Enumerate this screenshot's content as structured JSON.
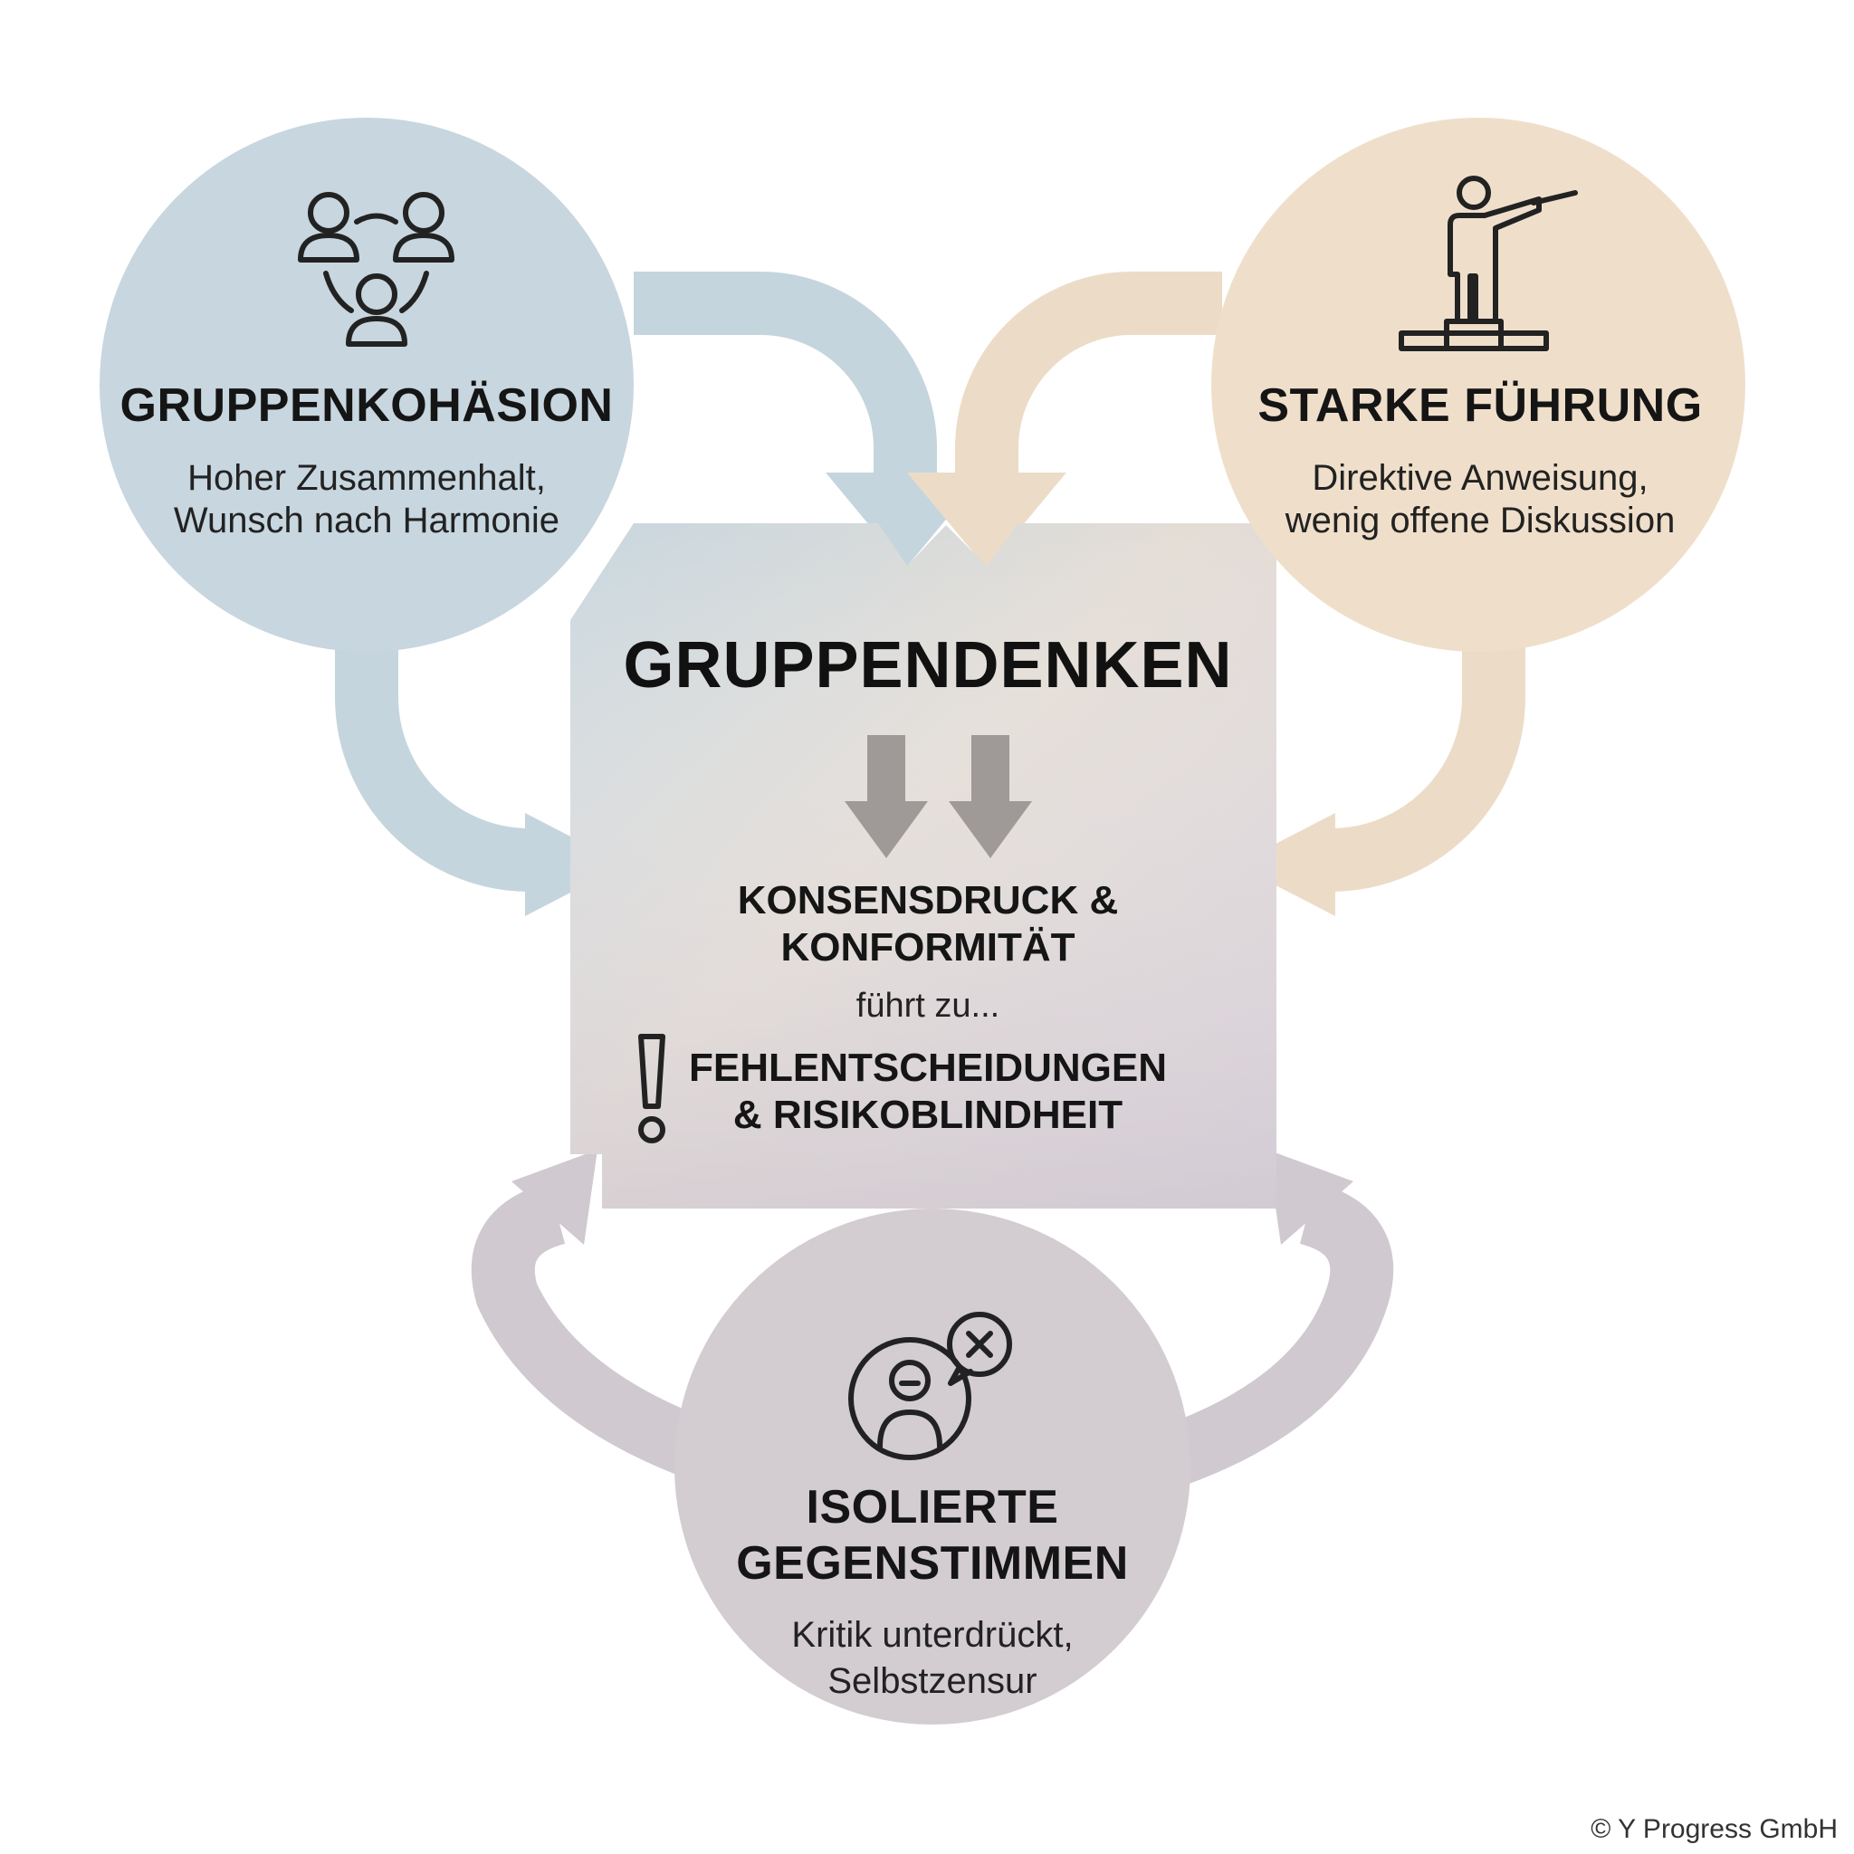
{
  "nodes": {
    "cohesion": {
      "title": "GRUPPENKOHÄSION",
      "desc_line1": "Hoher Zusammenhalt,",
      "desc_line2": "Wunsch nach Harmonie",
      "icon": "group-people-icon",
      "color": "#c7d7df"
    },
    "leadership": {
      "title": "STARKE FÜHRUNG",
      "desc_line1": "Direktive Anweisung,",
      "desc_line2": "wenig offene Diskussion",
      "icon": "presenter-podium-icon",
      "color": "#eedfca"
    },
    "dissent": {
      "title_line1": "ISOLIERTE",
      "title_line2": "GEGENSTIMMEN",
      "desc_line1": "Kritik unterdrückt,",
      "desc_line2": "Selbstzensur",
      "icon": "muted-person-icon",
      "color": "#d5cfd4"
    }
  },
  "center": {
    "title": "GRUPPENDENKEN",
    "pressure_line1": "KONSENSDRUCK &",
    "pressure_line2": "KONFORMITÄT",
    "leads_to": "führt zu...",
    "outcome_line1": "FEHLENTSCHEIDUNGEN",
    "outcome_line2": "& RISIKOBLINDHEIT",
    "warning_icon": "exclamation-icon",
    "arrow_icon": "double-down-arrow-icon"
  },
  "footer": {
    "copyright": "© Y Progress GmbH"
  }
}
